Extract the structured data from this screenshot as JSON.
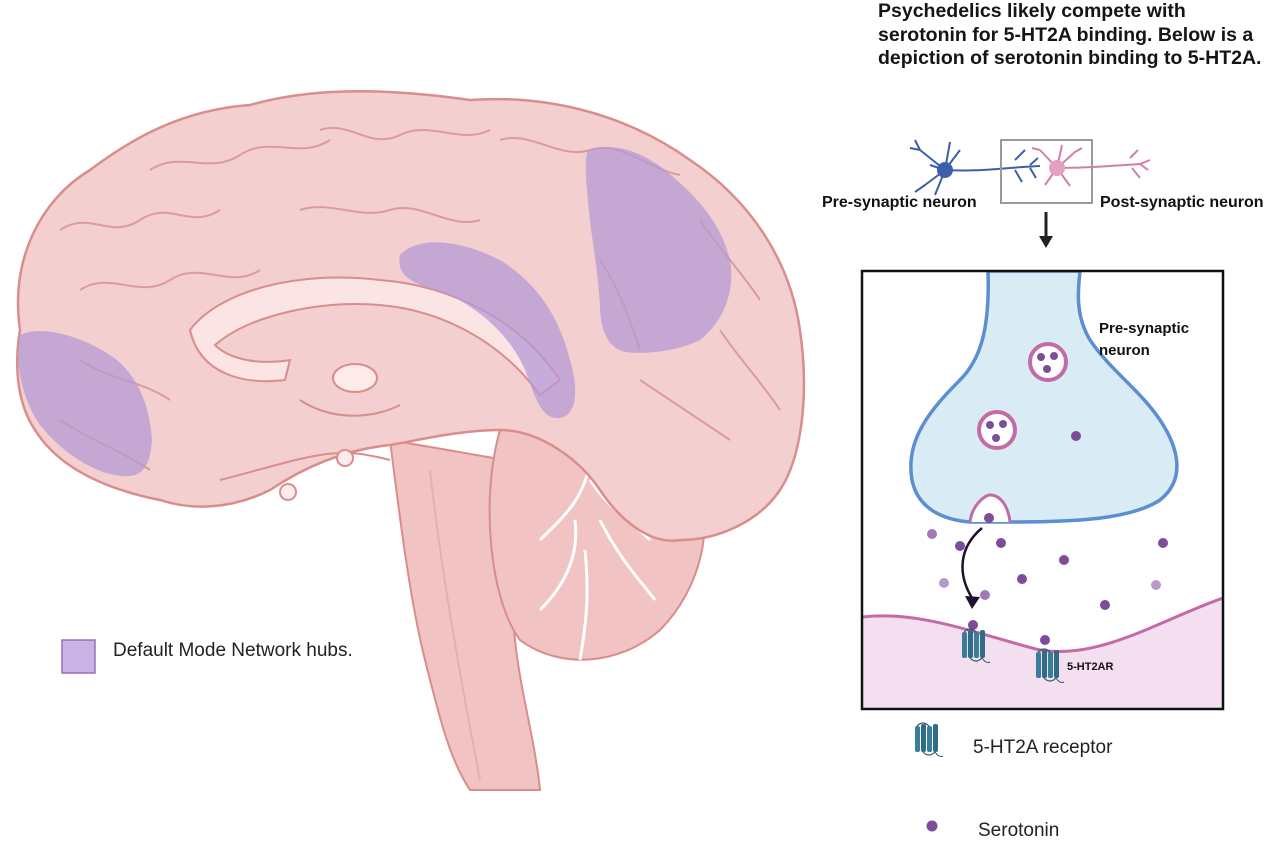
{
  "headline": "Psychedelics likely compete with serotonin for 5-HT2A binding. Below is a depiction of serotonin binding to 5-HT2A.",
  "neurons": {
    "pre_label": "Pre-synaptic neuron",
    "post_label": "Post-synaptic neuron"
  },
  "synapse": {
    "pre_label": "Pre-synaptic neuron",
    "receptor_label": "5-HT2AR"
  },
  "legend": {
    "dmn": "Default Mode Network hubs.",
    "receptor": "5-HT2A receptor",
    "serotonin": "Serotonin"
  },
  "colors": {
    "brain_fill": "#f2c9c9",
    "brain_outline": "#d98d8d",
    "dmn_hub": "#b699d6",
    "presynaptic_fill": "#d9ecf5",
    "presynaptic_outline": "#5b8fd1",
    "membrane": "#c46aa6",
    "postsynaptic_fill": "#f3dff0",
    "serotonin": "#7d4c9a",
    "receptor": "#3a7d99"
  }
}
